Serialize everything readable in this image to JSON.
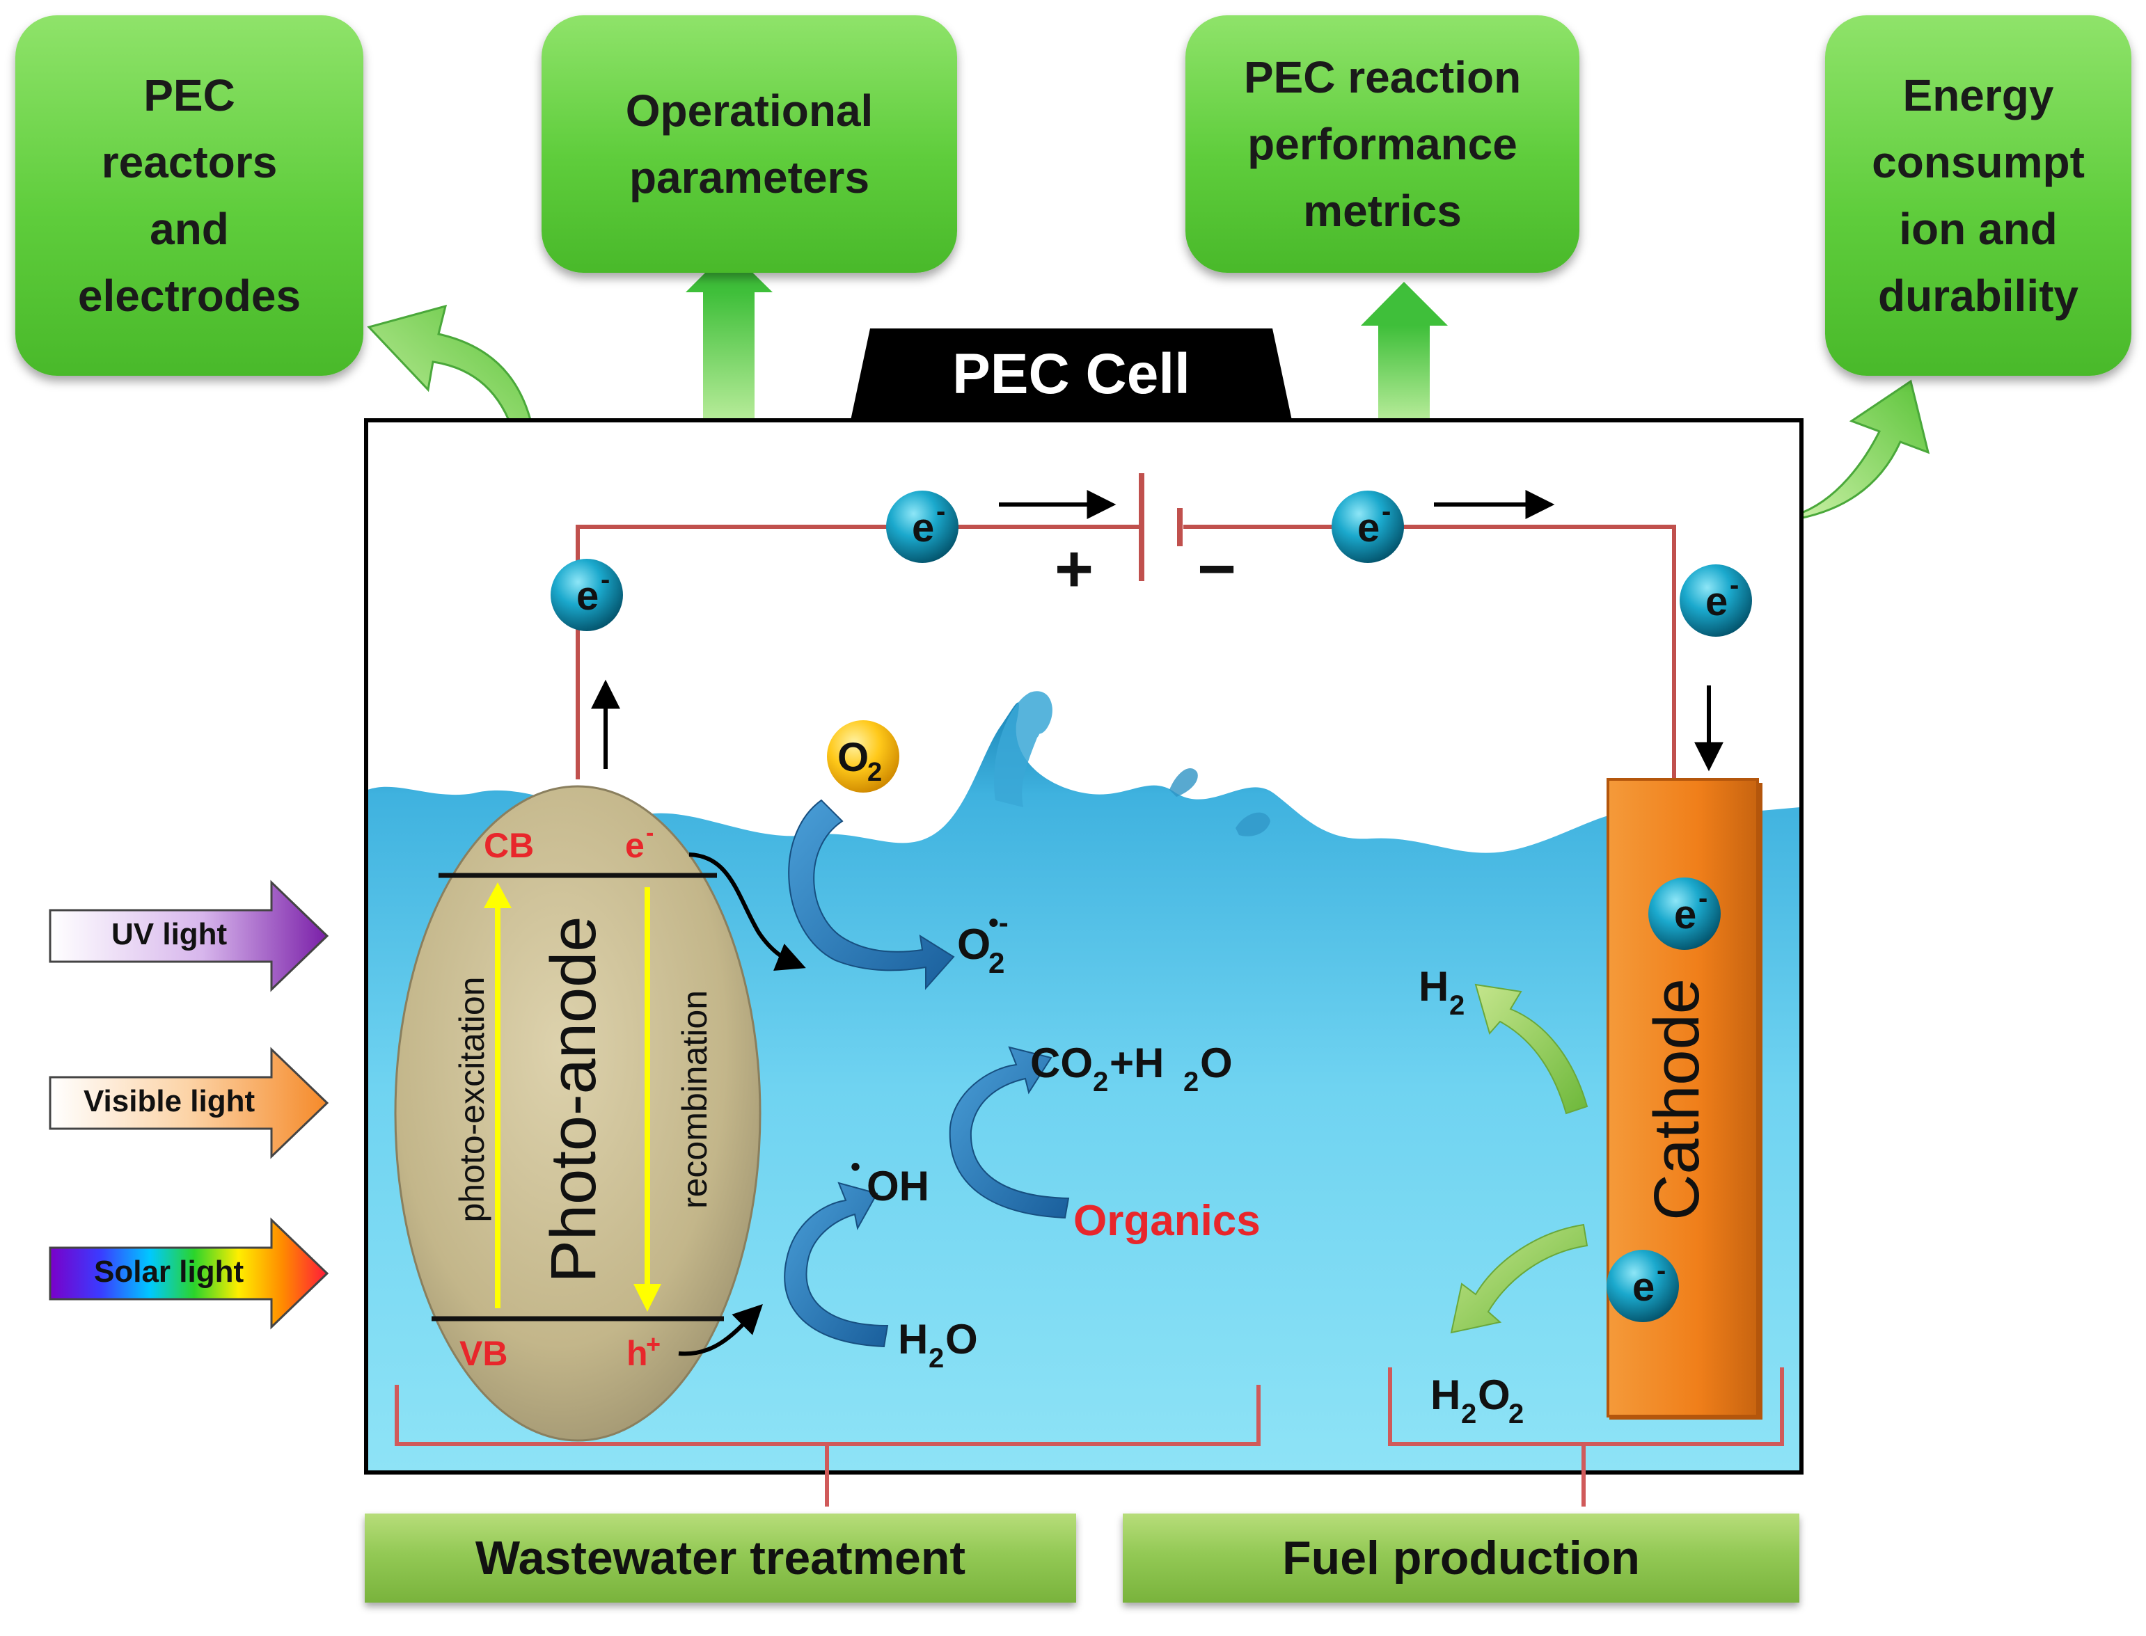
{
  "top_boxes": [
    {
      "label": "PEC\nreactors\nand\nelectrodes"
    },
    {
      "label": "Operational\nparameters"
    },
    {
      "label": "PEC reaction\nperformance\nmetrics"
    },
    {
      "label": "Energy\nconsumpt\nion and\ndurability"
    }
  ],
  "cell_title": "PEC Cell",
  "light_sources": [
    {
      "label": "UV light"
    },
    {
      "label": "Visible light"
    },
    {
      "label": "Solar light"
    }
  ],
  "photoanode": {
    "label": "Photo-anode",
    "cb": "CB",
    "vb": "VB",
    "excitation": "photo-excitation",
    "recombination": "recombination",
    "electron": "e",
    "electron_sup": "-",
    "hole": "h",
    "hole_sup": "+"
  },
  "cathode": {
    "label": "Cathode"
  },
  "circuit": {
    "electron": "e",
    "electron_sup": "-",
    "plus": "+",
    "minus": "−"
  },
  "species": {
    "o2": "O",
    "o2_sub": "2",
    "superoxide": "O",
    "superoxide_sub": "2",
    "superoxide_sup": "•-",
    "hydroxyl": "OH",
    "hydroxyl_dot": "•",
    "water": "H",
    "water_sub": "2",
    "water_o": "O",
    "co2_h2o": "CO",
    "co2_sub": "2",
    "co2_rest": "+H",
    "co2_sub2": "2",
    "co2_o": "O",
    "organics": "Organics",
    "h2": "H",
    "h2_sub": "2",
    "h2o2_h": "H",
    "h2o2_sub1": "2",
    "h2o2_o": "O",
    "h2o2_sub2": "2"
  },
  "bottom_bars": [
    {
      "label": "Wastewater treatment"
    },
    {
      "label": "Fuel production"
    }
  ],
  "colors": {
    "green_box": "#5fcd3c",
    "wire": "#c0504d",
    "water": "#5cc6ea",
    "anode": "#c8bb91",
    "cathode": "#f07f1a",
    "electron_sphere": "#0a8fb0",
    "label_red": "#e8262b",
    "band_arrow": "#ffff00"
  }
}
